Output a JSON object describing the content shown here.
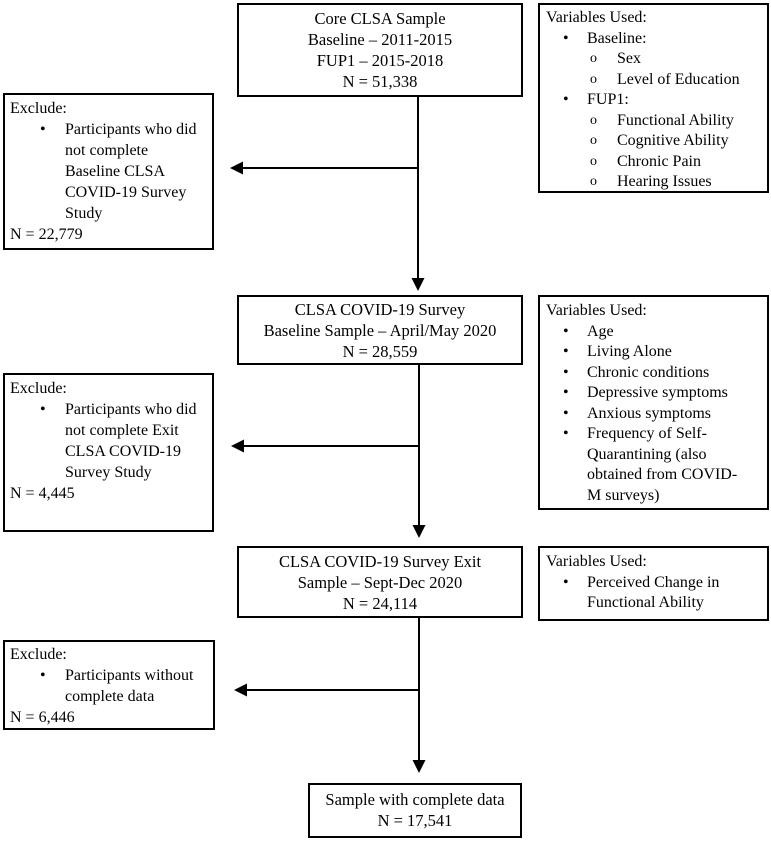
{
  "glyphs": {
    "bullet": "•",
    "circle": "o"
  },
  "flow": {
    "core": {
      "lines": [
        "Core CLSA Sample",
        "Baseline – 2011-2015",
        "FUP1 – 2015-2018",
        "N = 51,338"
      ]
    },
    "baseline": {
      "lines": [
        "CLSA COVID-19 Survey",
        "Baseline Sample – April/May 2020",
        "N = 28,559"
      ]
    },
    "exit": {
      "lines": [
        "CLSA COVID-19 Survey Exit",
        "Sample – Sept-Dec 2020",
        "N = 24,114"
      ]
    },
    "final": {
      "lines": [
        "Sample with complete data",
        "N = 17,541"
      ]
    }
  },
  "variables1": {
    "title": "Variables Used:",
    "groups": [
      {
        "label": "Baseline:",
        "subs": [
          "Sex",
          "Level of Education"
        ]
      },
      {
        "label": "FUP1:",
        "subs": [
          "Functional Ability",
          "Cognitive Ability",
          "Chronic Pain",
          "Hearing Issues"
        ]
      }
    ]
  },
  "variables2": {
    "title": "Variables Used:",
    "items": [
      "Age",
      "Living Alone",
      "Chronic conditions",
      "Depressive symptoms",
      "Anxious symptoms",
      "Frequency of Self-Quarantining (also obtained from COVID-M surveys)"
    ]
  },
  "variables3": {
    "title": "Variables Used:",
    "items": [
      "Perceived Change in Functional Ability"
    ]
  },
  "exclude1": {
    "title": "Exclude:",
    "item": "Participants who did not complete Baseline CLSA COVID-19 Survey Study",
    "n": "N = 22,779"
  },
  "exclude2": {
    "title": "Exclude:",
    "item": "Participants who did not complete Exit CLSA COVID-19 Survey Study",
    "n": "N = 4,445"
  },
  "exclude3": {
    "title": "Exclude:",
    "item": "Participants without complete data",
    "n": "N = 6,446"
  },
  "colors": {
    "line": "#000000",
    "background": "#ffffff"
  }
}
